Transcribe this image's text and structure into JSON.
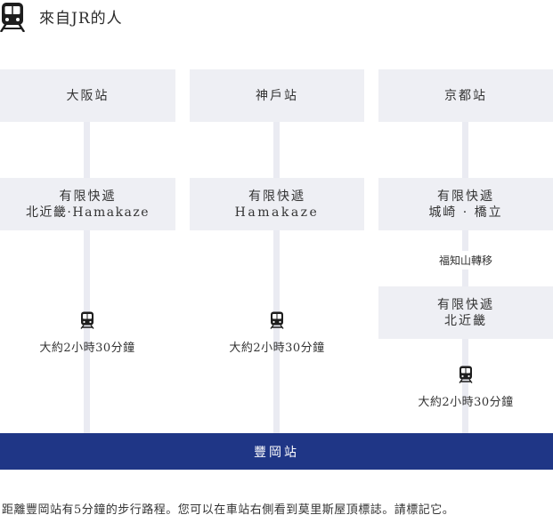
{
  "header": {
    "title": "來自JR的人",
    "icon": "train-icon"
  },
  "routes": [
    {
      "origin": "大阪站",
      "train_lines": [
        "有限快遞",
        "北近畿·Hamakaze"
      ],
      "duration": "大約2小時30分鐘"
    },
    {
      "origin": "神戶站",
      "train_lines": [
        "有限快遞",
        "Hamakaze"
      ],
      "duration": "大約2小時30分鐘"
    },
    {
      "origin": "京都站",
      "train_lines": [
        "有限快遞",
        "城崎 · 橋立"
      ],
      "transfer_note": "福知山轉移",
      "train_lines_2": [
        "有限快遞",
        "北近畿"
      ],
      "duration": "大約2小時30分鐘"
    }
  ],
  "destination": "豐岡站",
  "footer_note": "距離豐岡站有5分鐘的步行路程。您可以在車站右側看到莫里斯屋頂標誌。請標記它。",
  "colors": {
    "accent": "#1f3686",
    "box_bg": "#eeeff4",
    "line": "#eaebf2"
  }
}
